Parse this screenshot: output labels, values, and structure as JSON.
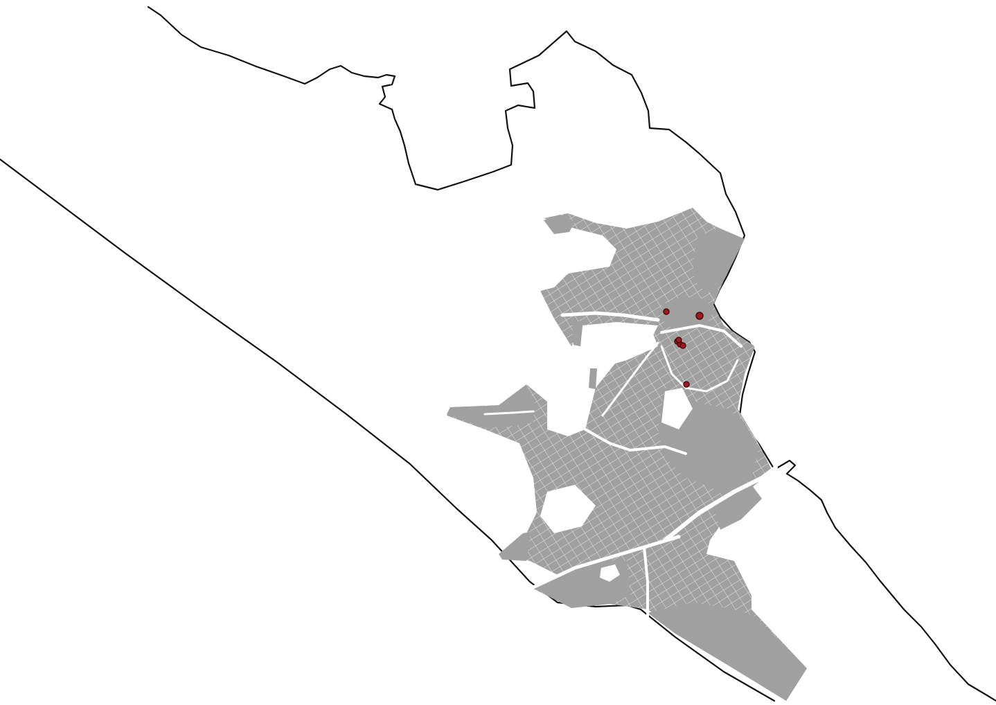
{
  "map": {
    "background_color": "#ffffff",
    "boundary_color": "#111111",
    "urban_fill_color": "#a0a0a0",
    "road_color": "#ffffff",
    "street_grid_color": "#e6e6e6",
    "marker_fill_color": "#9b1b24",
    "marker_stroke_color": "#4a0a0a",
    "layers": [
      "municipal-boundary",
      "urban-blocks",
      "road-network",
      "point-markers"
    ],
    "marker_count": 7
  }
}
